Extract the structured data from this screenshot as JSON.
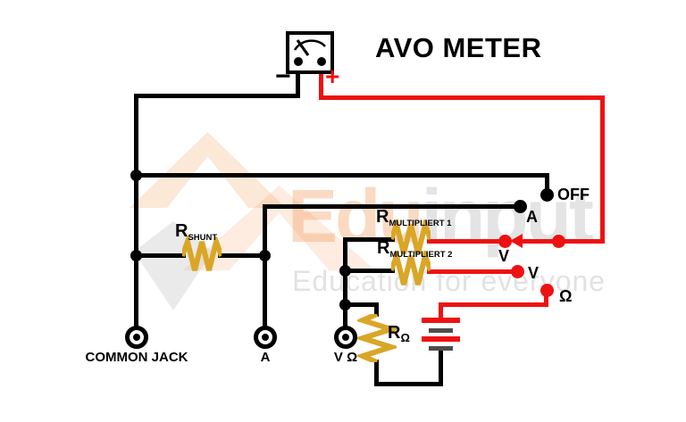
{
  "title": "AVO METER",
  "meter": {
    "minus_label": "−",
    "plus_label": "+"
  },
  "selector": {
    "off_label": "OFF",
    "a_label": "A",
    "v1_label": "V",
    "v2_label": "V",
    "ohm_label": "Ω"
  },
  "resistors": {
    "shunt": {
      "base": "R",
      "sub": "SHUNT"
    },
    "mult1": {
      "base": "R",
      "sub": "MULTIPLIERT 1"
    },
    "mult2": {
      "base": "R",
      "sub": "MULTIPLIERT 2"
    },
    "rohm": {
      "base": "R",
      "sub": "Ω"
    }
  },
  "terminals": {
    "common_jack": "COMMON JACK",
    "ammeter": "A",
    "volt_ohm": "V Ω"
  },
  "watermark": {
    "brand_left": "Edu",
    "brand_right": "input",
    "tagline": "Education for everyone"
  },
  "colors": {
    "wire": "#000000",
    "live_wire": "#ee1111",
    "resistor": "#d9a627",
    "plate_gray": "#4d4d4d"
  }
}
